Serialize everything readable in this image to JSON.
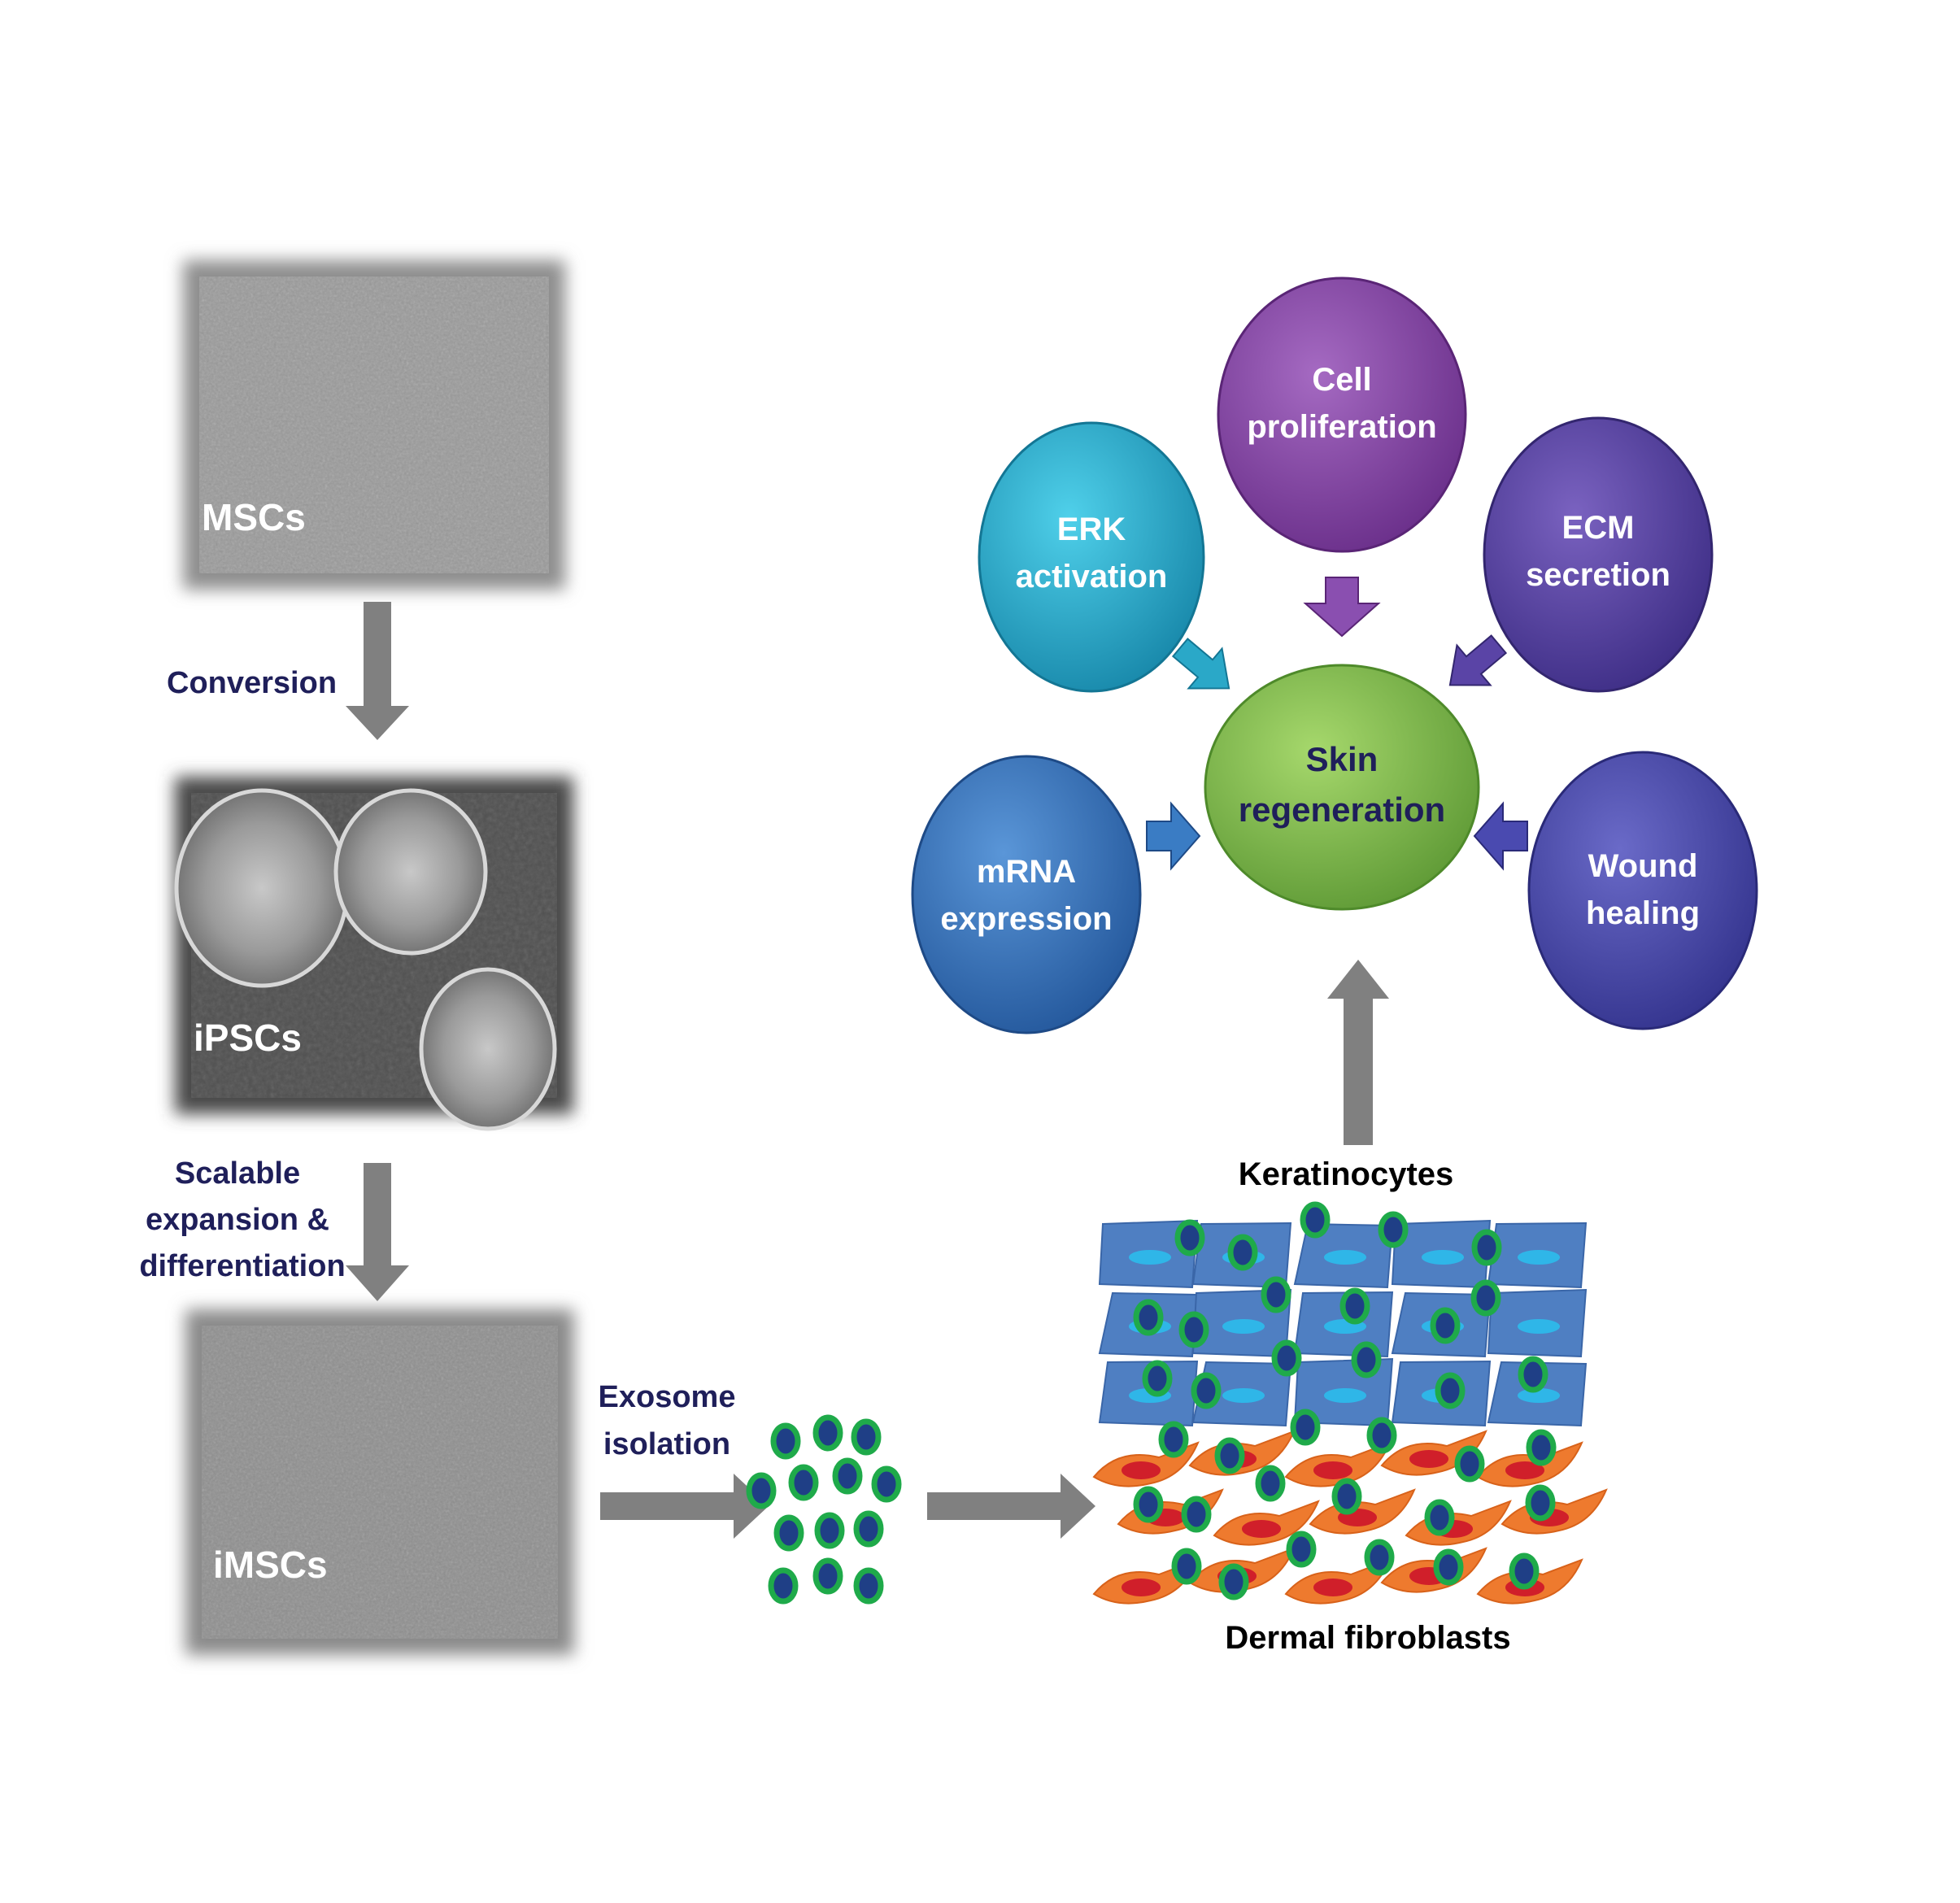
{
  "micrographs": {
    "mscs": "MSCs",
    "ipscs": "iPSCs",
    "imscs": "iMSCs"
  },
  "steps": {
    "conversion": "Conversion",
    "expansion": [
      "Scalable",
      "expansion &",
      "differentiation"
    ],
    "exosome": [
      "Exosome",
      "isolation"
    ]
  },
  "tissue": {
    "top_label": "Keratinocytes",
    "bottom_label": "Dermal fibroblasts"
  },
  "effects": {
    "center": [
      "Skin",
      "regeneration"
    ],
    "cell_proliferation": [
      "Cell",
      "proliferation"
    ],
    "erk_activation": [
      "ERK",
      "activation"
    ],
    "ecm_secretion": [
      "ECM",
      "secretion"
    ],
    "mrna_expression": [
      "mRNA",
      "expression"
    ],
    "wound_healing": [
      "Wound",
      "healing"
    ]
  },
  "colors": {
    "arrow_gray": "#808080",
    "label_navy": "#1f1f5a",
    "cyan_circle": "#1aa0c0",
    "purple_circle": "#7a3f9a",
    "indigo_circle": "#4a3a96",
    "blue_circle": "#2f6db0",
    "violet_circle": "#3f3f9e",
    "green_circle": "#7ab848",
    "keratinocyte": "#4f7fc2",
    "fibroblast": "#ee7a2e",
    "exosome_ring": "#1faa4a",
    "exosome_core": "#1f3f86"
  }
}
